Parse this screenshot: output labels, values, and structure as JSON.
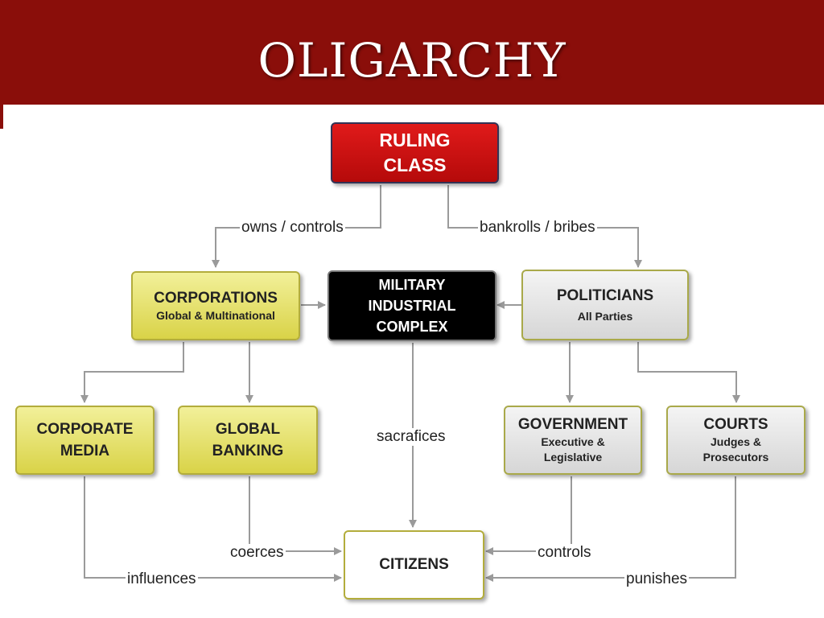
{
  "slide": {
    "title": "OLIGARCHY",
    "title_bar_color": "#8a0e0a"
  },
  "nodes": {
    "ruling_class": {
      "title": "RULING\nCLASS",
      "color": "#c8100f"
    },
    "corporations": {
      "title": "CORPORATIONS",
      "subtitle": "Global & Multinational",
      "color": "#e8e26a"
    },
    "military_industrial_complex": {
      "title": "MILITARY\nINDUSTRIAL\nCOMPLEX",
      "color": "#000000"
    },
    "politicians": {
      "title": "POLITICIANS",
      "subtitle": "All Parties",
      "color": "#e5e5e5"
    },
    "corporate_media": {
      "title": "CORPORATE\nMEDIA",
      "color": "#e8e26a"
    },
    "global_banking": {
      "title": "GLOBAL\nBANKING",
      "color": "#e8e26a"
    },
    "government": {
      "title": "GOVERNMENT",
      "subtitle": "Executive &\nLegislative",
      "color": "#e5e5e5"
    },
    "courts": {
      "title": "COURTS",
      "subtitle": "Judges &\nProsecutors",
      "color": "#e5e5e5"
    },
    "citizens": {
      "title": "CITIZENS",
      "color": "#ffffff"
    }
  },
  "edges": {
    "owns_controls": "owns / controls",
    "bankrolls_bribes": "bankrolls / bribes",
    "sacrafices": "sacrafices",
    "coerces": "coerces",
    "influences": "influences",
    "controls": "controls",
    "punishes": "punishes"
  }
}
